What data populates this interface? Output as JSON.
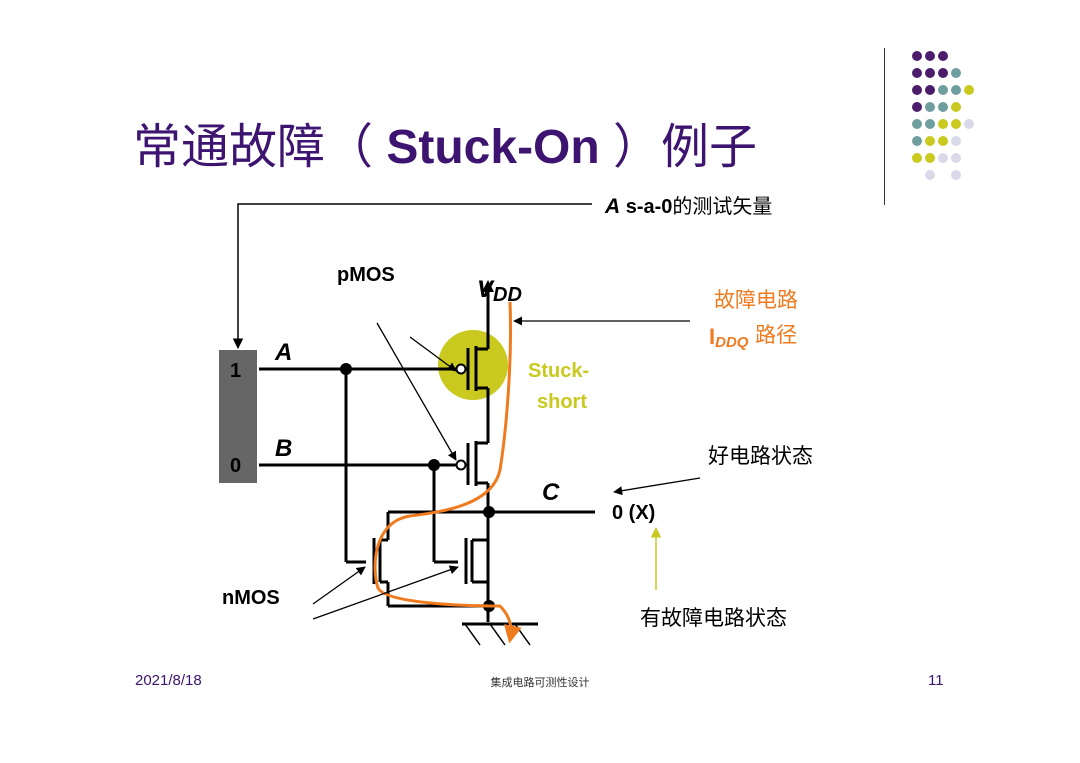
{
  "slide": {
    "title_cn_pre": "常通故障（",
    "title_latin": " Stuck-On ",
    "title_cn_post": "）例子"
  },
  "decor": {
    "dot_colors": {
      "purple": "#4b1d6b",
      "teal": "#6f9e9f",
      "yellow": "#c9c91f",
      "light": "#d9d9ea"
    },
    "rows": [
      [
        "",
        "purple",
        "purple",
        "purple",
        "",
        ""
      ],
      [
        "",
        "purple",
        "purple",
        "purple",
        "teal",
        ""
      ],
      [
        "",
        "purple",
        "purple",
        "teal",
        "teal",
        "yellow"
      ],
      [
        "",
        "purple",
        "teal",
        "teal",
        "yellow",
        ""
      ],
      [
        "",
        "teal",
        "teal",
        "yellow",
        "yellow",
        "light"
      ],
      [
        "",
        "teal",
        "yellow",
        "yellow",
        "light",
        ""
      ],
      [
        "",
        "yellow",
        "yellow",
        "light",
        "light",
        ""
      ],
      [
        "",
        "",
        "light",
        "",
        "light",
        ""
      ]
    ]
  },
  "diagram": {
    "test_vector_A": "A",
    "test_vector_rest": " s-a-0",
    "test_vector_cn": "的测试矢量",
    "label_pmos": "pMOS",
    "label_nmos": "nMOS",
    "vdd_v": "V",
    "vdd_sub": "DD",
    "fault_title": "故障电路",
    "iddq_i": "I",
    "iddq_sub": "DDQ",
    "iddq_path": " 路径",
    "stuck_line1": "Stuck-",
    "stuck_line2": "short",
    "input_1": "1",
    "input_0": "0",
    "signal_A": "A",
    "signal_B": "B",
    "signal_C": "C",
    "output_value": "0 (X)",
    "good_state": "好电路状态",
    "faulty_state": "有故障电路状态",
    "colors": {
      "orange": "#f07a1e",
      "yellow": "#c9c91f",
      "dark": "#000000",
      "input_box": "#666666"
    }
  },
  "footer": {
    "date": "2021/8/18",
    "course": "集成电路可测性设计",
    "page": "11"
  }
}
